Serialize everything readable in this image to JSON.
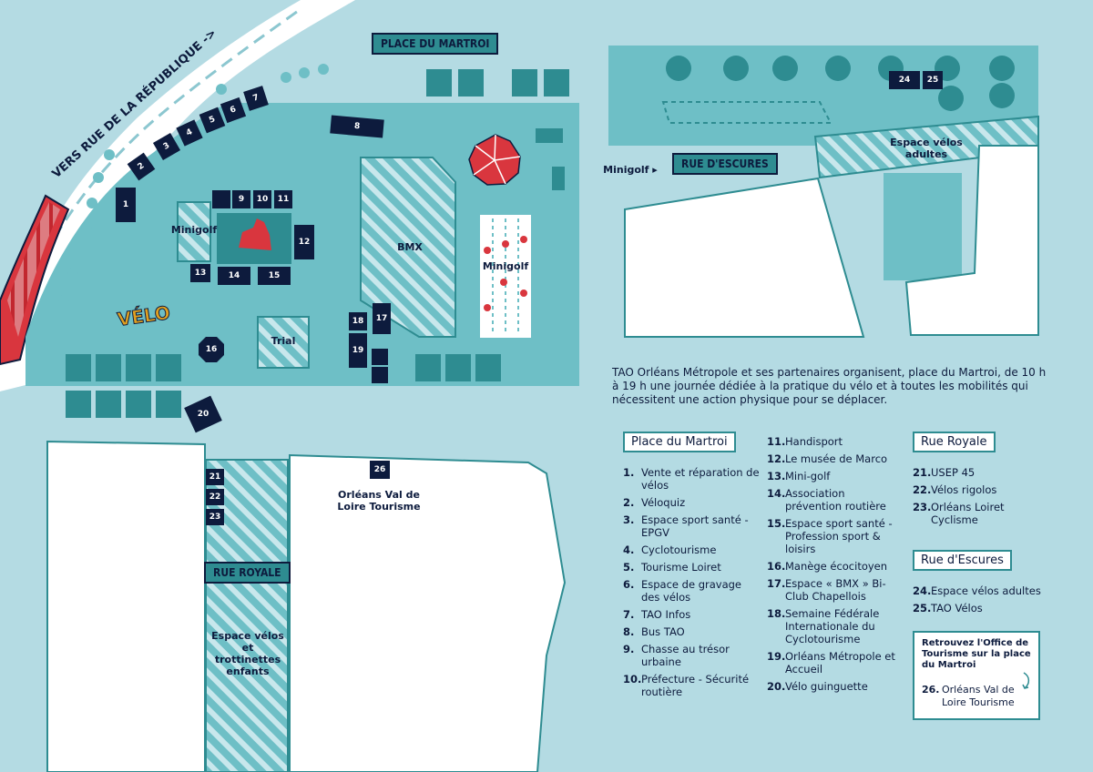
{
  "colors": {
    "water": "#b4dbe3",
    "plaza": "#6ebfc6",
    "dark_teal": "#2e8c91",
    "navy": "#0d1b3d",
    "red": "#d9363e",
    "white": "#ffffff"
  },
  "map": {
    "signs": {
      "place_martroi": "PLACE DU MARTROI",
      "rue_escures": "RUE D'ESCURES",
      "rue_royale": "RUE ROYALE",
      "vers_republique": "VERS RUE DE LA RÉPUBLIQUE ->"
    },
    "labels": {
      "minigolf_left": "Minigolf",
      "minigolf_right": "Minigolf",
      "minigolf_arrow": "Minigolf ▸",
      "bmx": "BMX",
      "trial": "Trial",
      "velo": "VÉLO",
      "espace_velos_adultes": "Espace vélos adultes",
      "espace_velos_enfants": "Espace vélos et trottinettes enfants",
      "office_tourisme": "Orléans Val de Loire Tourisme"
    },
    "stand_numbers": [
      "1",
      "2",
      "3",
      "4",
      "5",
      "6",
      "7",
      "8",
      "9",
      "10",
      "11",
      "12",
      "13",
      "14",
      "15",
      "16",
      "17",
      "18",
      "19",
      "20",
      "21",
      "22",
      "23",
      "24",
      "25",
      "26"
    ]
  },
  "intro": "TAO Orléans Métropole et ses partenaires organisent, place du Martroi, de 10 h à 19 h une journée dédiée à la pratique du vélo et à toutes les mobilités qui nécessitent une action physique pour se déplacer.",
  "legend": {
    "headings": {
      "martroi": "Place du Martroi",
      "royale": "Rue Royale",
      "escures": "Rue d'Escures"
    },
    "col1": [
      {
        "n": "1.",
        "label": "Vente et réparation de vélos"
      },
      {
        "n": "2.",
        "label": "Véloquiz"
      },
      {
        "n": "3.",
        "label": "Espace sport santé - EPGV"
      },
      {
        "n": "4.",
        "label": "Cyclotourisme"
      },
      {
        "n": "5.",
        "label": "Tourisme Loiret"
      },
      {
        "n": "6.",
        "label": "Espace de gravage des vélos"
      },
      {
        "n": "7.",
        "label": "TAO Infos"
      },
      {
        "n": "8.",
        "label": "Bus TAO"
      },
      {
        "n": "9.",
        "label": "Chasse au trésor urbaine"
      },
      {
        "n": "10.",
        "label": "Préfecture - Sécurité routière"
      }
    ],
    "col2": [
      {
        "n": "11.",
        "label": "Handisport"
      },
      {
        "n": "12.",
        "label": "Le musée de Marco"
      },
      {
        "n": "13.",
        "label": "Mini-golf"
      },
      {
        "n": "14.",
        "label": "Association prévention routière"
      },
      {
        "n": "15.",
        "label": "Espace sport santé - Profession sport & loisirs"
      },
      {
        "n": "16.",
        "label": "Manège écocitoyen"
      },
      {
        "n": "17.",
        "label": "Espace « BMX » Bi-Club Chapellois"
      },
      {
        "n": "18.",
        "label": "Semaine Fédérale Internationale du Cyclotourisme"
      },
      {
        "n": "19.",
        "label": "Orléans Métropole et Accueil"
      },
      {
        "n": "20.",
        "label": "Vélo guinguette"
      }
    ],
    "royale": [
      {
        "n": "21.",
        "label": "USEP 45"
      },
      {
        "n": "22.",
        "label": "Vélos rigolos"
      },
      {
        "n": "23.",
        "label": "Orléans Loiret Cyclisme"
      }
    ],
    "escures": [
      {
        "n": "24.",
        "label": "Espace vélos adultes"
      },
      {
        "n": "25.",
        "label": "TAO Vélos"
      }
    ],
    "office": {
      "note": "Retrouvez l'Office de Tourisme sur la place du Martroi",
      "n": "26.",
      "label": "Orléans Val de Loire Tourisme"
    }
  }
}
